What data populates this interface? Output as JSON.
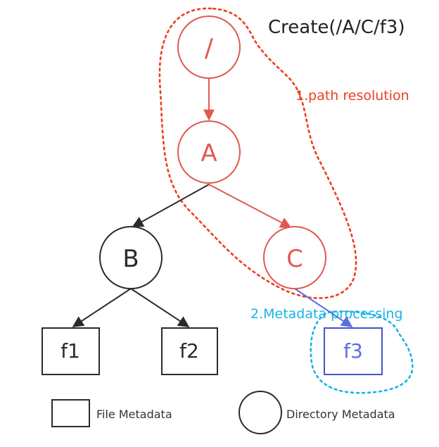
{
  "title": "Create(/A/C/f3)",
  "annotations": {
    "path_resolution": "1.path resolution",
    "metadata_processing": "2.Metadata processing"
  },
  "nodes": {
    "root": "/",
    "A": "A",
    "B": "B",
    "C": "C",
    "f1": "f1",
    "f2": "f2",
    "f3": "f3"
  },
  "legend": {
    "file": "File Metadata",
    "directory": "Directory Metadata"
  },
  "colors": {
    "path": "#e05a50",
    "dotted_red": "#f03c1e",
    "dotted_cyan": "#1ab4e6",
    "f3_blue": "#4653c8",
    "arrow_blue": "#5b6ee1",
    "dark": "#2b2b2b"
  }
}
